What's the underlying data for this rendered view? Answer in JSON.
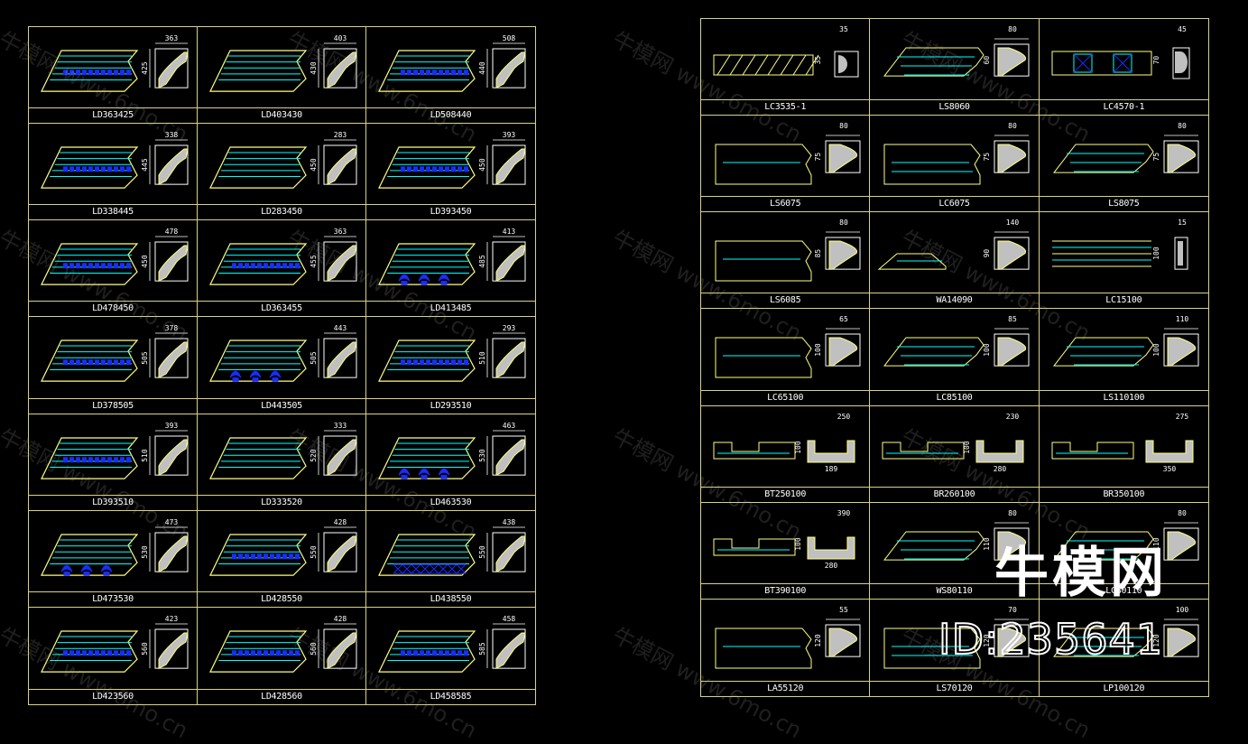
{
  "left_sheet": {
    "rows": [
      [
        "LD363425",
        "LD403430",
        "LD508440"
      ],
      [
        "LD338445",
        "LD283450",
        "LD393450"
      ],
      [
        "LD478450",
        "LD363455",
        "LD413485"
      ],
      [
        "LD378505",
        "LD443505",
        "LD293510"
      ],
      [
        "LD393510",
        "LD333520",
        "LD463530"
      ],
      [
        "LD473530",
        "LD428550",
        "LD438550"
      ],
      [
        "LD423560",
        "LD428560",
        "LD458585"
      ]
    ],
    "dims": [
      [
        {
          "w": "363",
          "h": "425"
        },
        {
          "w": "403",
          "h": "430"
        },
        {
          "w": "508",
          "h": "440"
        }
      ],
      [
        {
          "w": "338",
          "h": "445"
        },
        {
          "w": "283",
          "h": "450"
        },
        {
          "w": "393",
          "h": "450"
        }
      ],
      [
        {
          "w": "478",
          "h": "450"
        },
        {
          "w": "363",
          "h": "455"
        },
        {
          "w": "413",
          "h": "485"
        }
      ],
      [
        {
          "w": "378",
          "h": "505"
        },
        {
          "w": "443",
          "h": "505"
        },
        {
          "w": "293",
          "h": "510"
        }
      ],
      [
        {
          "w": "393",
          "h": "510"
        },
        {
          "w": "333",
          "h": "520"
        },
        {
          "w": "463",
          "h": "530"
        }
      ],
      [
        {
          "w": "473",
          "h": "530"
        },
        {
          "w": "428",
          "h": "550"
        },
        {
          "w": "438",
          "h": "550"
        }
      ],
      [
        {
          "w": "423",
          "h": "560"
        },
        {
          "w": "428",
          "h": "560"
        },
        {
          "w": "458",
          "h": "585"
        }
      ]
    ],
    "styles": [
      [
        "dots",
        "plain",
        "dots"
      ],
      [
        "dots",
        "plain",
        "dots"
      ],
      [
        "dots",
        "dots",
        "carve"
      ],
      [
        "dots",
        "carve",
        "dots"
      ],
      [
        "dots",
        "plain",
        "carve"
      ],
      [
        "carve",
        "dots",
        "truss"
      ],
      [
        "dots",
        "dots",
        "dots"
      ]
    ]
  },
  "right_sheet": {
    "rows": [
      [
        "LC3535-1",
        "LS8060",
        "LC4570-1"
      ],
      [
        "LS6075",
        "LC6075",
        "LS8075"
      ],
      [
        "LS6085",
        "WA14090",
        "LC15100"
      ],
      [
        "LC65100",
        "LC85100",
        "LS110100"
      ],
      [
        "BT250100",
        "BR260100",
        "BR350100"
      ],
      [
        "BT390100",
        "WS80110",
        "LC80110"
      ],
      [
        "LA55120",
        "LS70120",
        "LP100120"
      ]
    ],
    "dims": [
      [
        {
          "w": "35",
          "h": "35"
        },
        {
          "w": "80",
          "h": "60"
        },
        {
          "w": "45",
          "h": "70"
        }
      ],
      [
        {
          "w": "80",
          "h": "75"
        },
        {
          "w": "80",
          "h": "75"
        },
        {
          "w": "80",
          "h": "75"
        }
      ],
      [
        {
          "w": "80",
          "h": "85"
        },
        {
          "w": "140",
          "h": "90"
        },
        {
          "w": "15",
          "h": "100"
        }
      ],
      [
        {
          "w": "65",
          "h": "100"
        },
        {
          "w": "85",
          "h": "100"
        },
        {
          "w": "110",
          "h": "100"
        }
      ],
      [
        {
          "w": "250",
          "h": "100",
          "b": "189"
        },
        {
          "w": "230",
          "h": "100",
          "b": "280"
        },
        {
          "w": "275",
          "h": "",
          "b": "350"
        }
      ],
      [
        {
          "w": "390",
          "h": "100",
          "b": "280"
        },
        {
          "w": "80",
          "h": "110"
        },
        {
          "w": "80",
          "h": "110"
        }
      ],
      [
        {
          "w": "55",
          "h": "120"
        },
        {
          "w": "70",
          "h": "120"
        },
        {
          "w": "100",
          "h": "120"
        }
      ]
    ],
    "kinds": [
      [
        "twist",
        "cove",
        "box"
      ],
      [
        "flat",
        "flat2",
        "cove"
      ],
      [
        "flat",
        "wave",
        "strip"
      ],
      [
        "flat",
        "cove",
        "cove"
      ],
      [
        "base",
        "base",
        "base"
      ],
      [
        "base",
        "cove",
        "cove"
      ],
      [
        "flat",
        "flat2",
        "cove"
      ]
    ]
  },
  "watermark": {
    "text": "牛模网 www.6mo.cn"
  },
  "brand": {
    "name": "牛模网",
    "id": "ID:235641"
  },
  "colors": {
    "frame": "#d8d28a",
    "profile": "#ffff80",
    "fill": "#c0c0c0",
    "line_cyan": "#00ffff",
    "ornament_blue": "#1a2cff",
    "dimension": "#ffffff"
  }
}
